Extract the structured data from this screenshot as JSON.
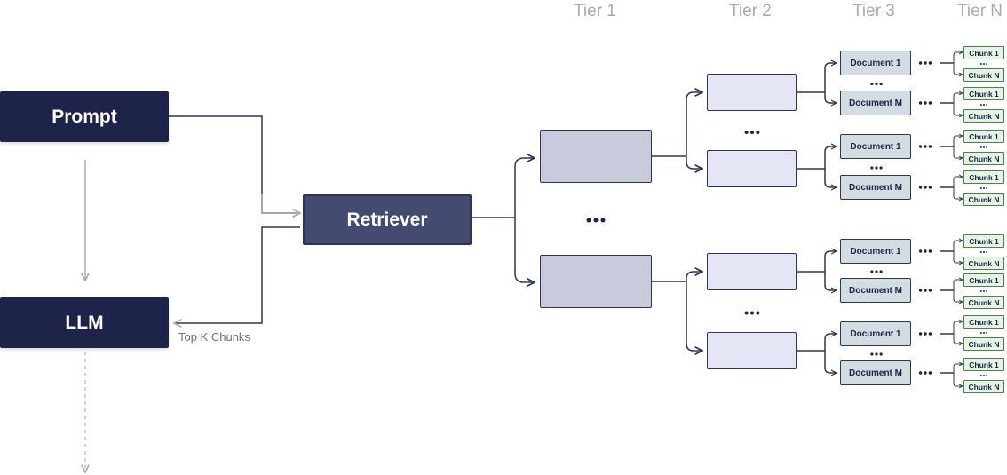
{
  "tiers": [
    "Tier 1",
    "Tier 2",
    "Tier 3",
    "Tier N"
  ],
  "nodes": {
    "prompt": "Prompt",
    "llm": "LLM",
    "retriever": "Retriever"
  },
  "edge_labels": {
    "top_k": "Top K Chunks"
  },
  "documents": {
    "first": "Document 1",
    "last": "Document M"
  },
  "chunks": {
    "first": "Chunk 1",
    "last": "Chunk N"
  },
  "colors": {
    "main_node": "#1e2449",
    "retriever_node": "#444a70",
    "tier1_fill": "#c9cbdd",
    "tier2_fill": "#e4e6f6",
    "tier3_fill": "#d3dde1",
    "chunk_fill": "#e6f4e6",
    "chunk_border": "#4c7f4c",
    "connector": "#2e3454",
    "faded_arrow": "#a9abb7"
  }
}
